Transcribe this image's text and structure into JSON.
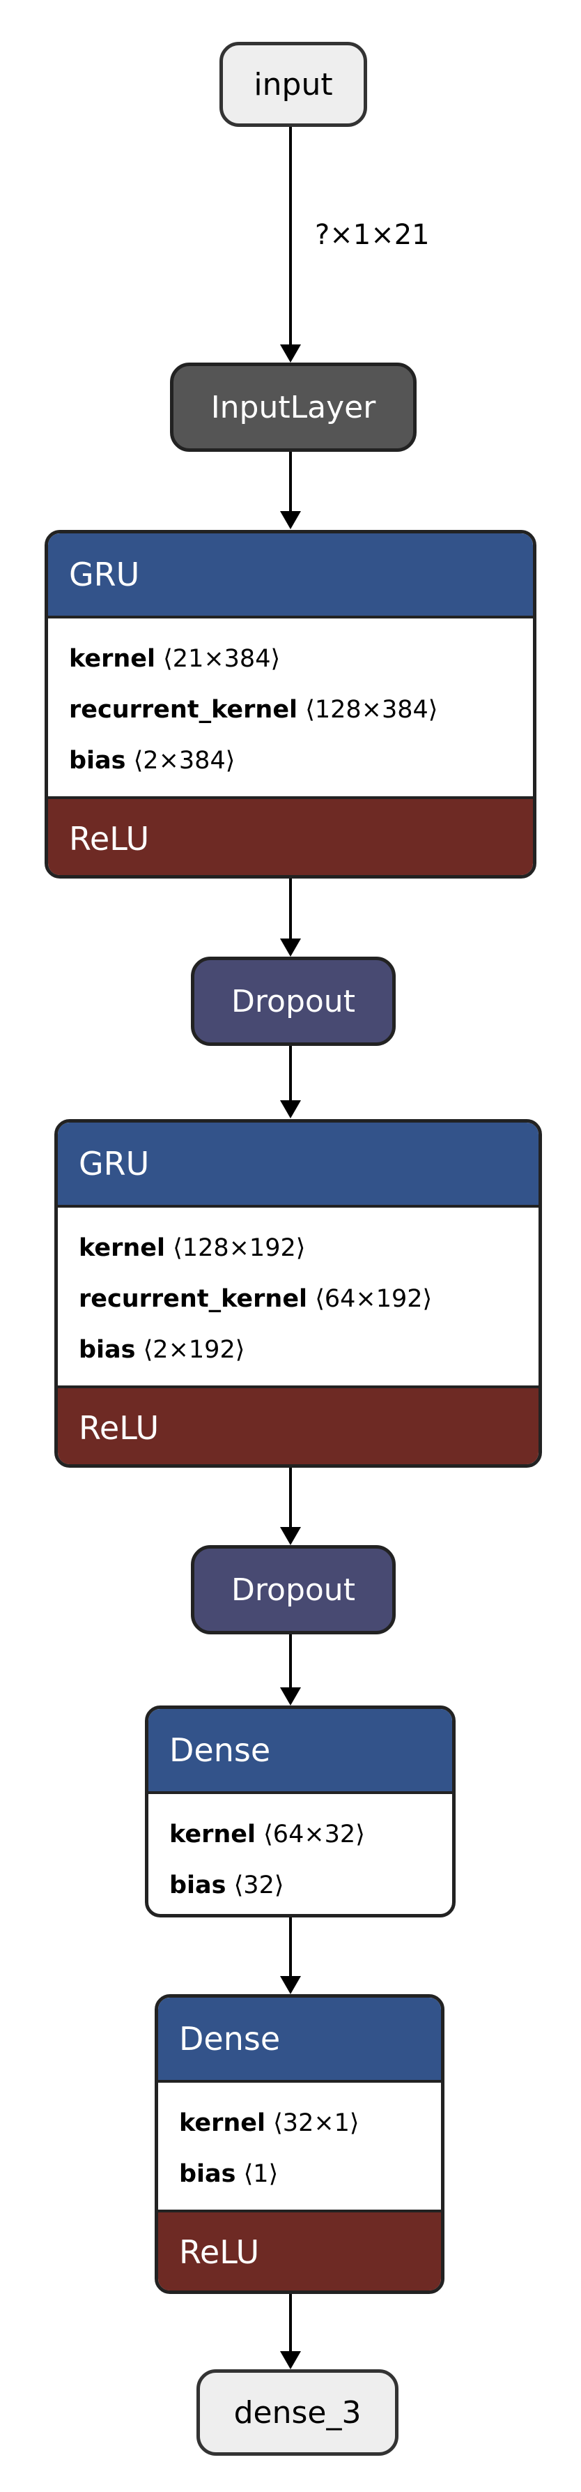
{
  "edge_label": "?×1×21",
  "nodes": {
    "input": {
      "label": "input"
    },
    "input_layer": {
      "label": "InputLayer"
    },
    "gru1": {
      "title": "GRU",
      "attrs": [
        {
          "key": "kernel",
          "value": "⟨21×384⟩"
        },
        {
          "key": "recurrent_kernel",
          "value": "⟨128×384⟩"
        },
        {
          "key": "bias",
          "value": "⟨2×384⟩"
        }
      ],
      "activation": "ReLU"
    },
    "dropout1": {
      "label": "Dropout"
    },
    "gru2": {
      "title": "GRU",
      "attrs": [
        {
          "key": "kernel",
          "value": "⟨128×192⟩"
        },
        {
          "key": "recurrent_kernel",
          "value": "⟨64×192⟩"
        },
        {
          "key": "bias",
          "value": "⟨2×192⟩"
        }
      ],
      "activation": "ReLU"
    },
    "dropout2": {
      "label": "Dropout"
    },
    "dense1": {
      "title": "Dense",
      "attrs": [
        {
          "key": "kernel",
          "value": "⟨64×32⟩"
        },
        {
          "key": "bias",
          "value": "⟨32⟩"
        }
      ]
    },
    "dense2": {
      "title": "Dense",
      "attrs": [
        {
          "key": "kernel",
          "value": "⟨32×1⟩"
        },
        {
          "key": "bias",
          "value": "⟨1⟩"
        }
      ],
      "activation": "ReLU"
    },
    "output": {
      "label": "dense_3"
    }
  },
  "colors": {
    "io_fill": "#eeeeee",
    "input_layer_fill": "#555555",
    "dropout_fill": "#484a72",
    "layer_header": "#33538a",
    "activation_footer": "#6e2a24",
    "edge": "#000000"
  }
}
